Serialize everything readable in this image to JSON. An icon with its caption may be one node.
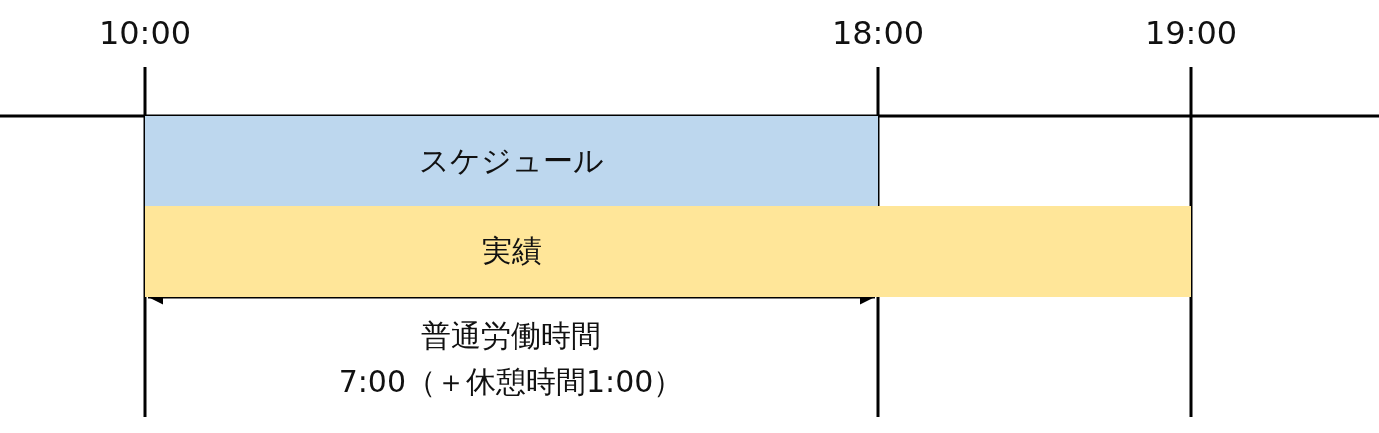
{
  "diagram": {
    "nodes": [
      {
        "text": [
          "スケジュール"
        ]
      },
      {
        "text": [
          "実績"
        ]
      }
    ],
    "labels": [
      "10:00",
      "18:00",
      "19:00",
      "普通労働時間",
      "7:00（＋休憩時間1:00）"
    ]
  }
}
